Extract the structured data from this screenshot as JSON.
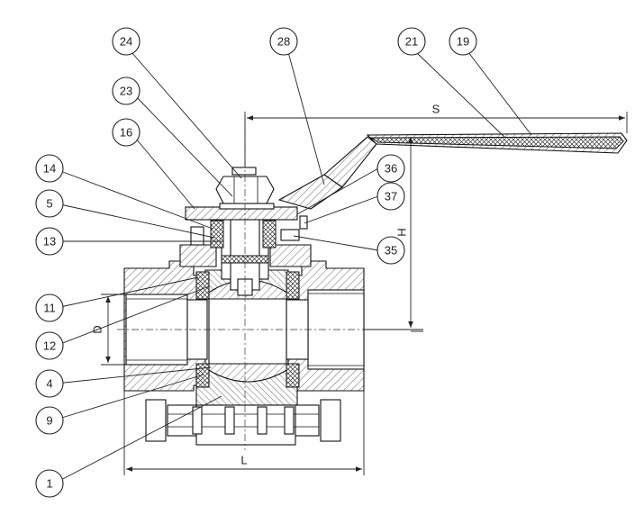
{
  "callouts": [
    {
      "label": "24"
    },
    {
      "label": "28"
    },
    {
      "label": "21"
    },
    {
      "label": "19"
    },
    {
      "label": "23"
    },
    {
      "label": "16"
    },
    {
      "label": "14"
    },
    {
      "label": "36"
    },
    {
      "label": "5"
    },
    {
      "label": "37"
    },
    {
      "label": "13"
    },
    {
      "label": "35"
    },
    {
      "label": "11"
    },
    {
      "label": "12"
    },
    {
      "label": "4"
    },
    {
      "label": "9"
    },
    {
      "label": "1"
    }
  ],
  "dimensions": {
    "S": "S",
    "H": "H",
    "D": "D",
    "L": "L"
  }
}
